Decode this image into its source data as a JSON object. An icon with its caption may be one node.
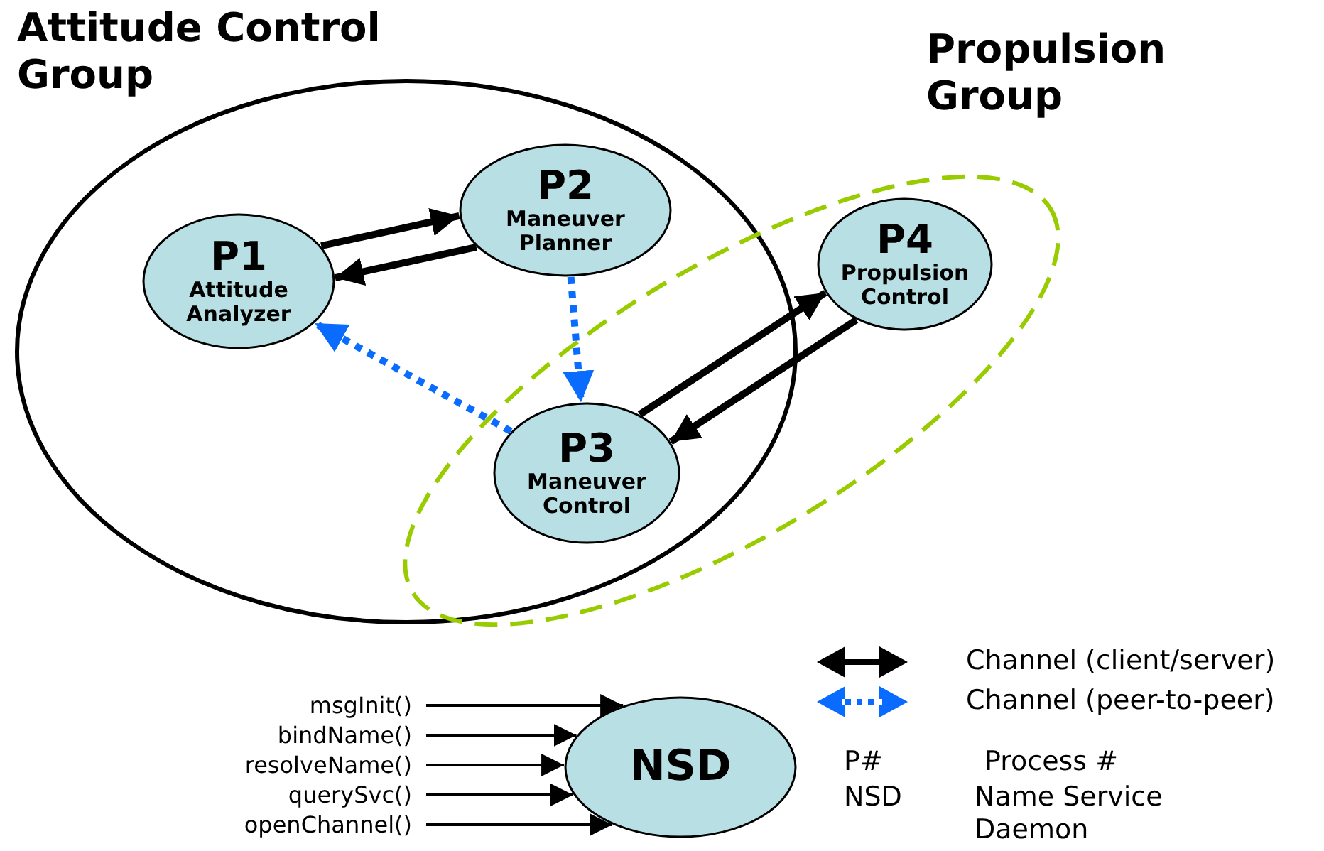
{
  "diagram": {
    "nodes": [
      {
        "text": [
          "Attitude Control Group"
        ]
      },
      {
        "text": [
          "Propulsion Group"
        ]
      },
      {
        "text": [
          "P1",
          "Attitude Analyzer"
        ],
        "in": 0
      },
      {
        "text": [
          "P2",
          "Maneuver Planner"
        ],
        "in": 0
      },
      {
        "text": [
          "P3",
          "Maneuver Control"
        ]
      },
      {
        "text": [
          "P4",
          "Propulsion Control"
        ],
        "in": 1
      },
      {
        "text": [
          "NSD"
        ]
      },
      {
        "text": [
          "msgInit()"
        ]
      },
      {
        "text": [
          "bindName()"
        ]
      },
      {
        "text": [
          "resolveName()"
        ]
      },
      {
        "text": [
          "querySvc()"
        ]
      },
      {
        "text": [
          "openChannel()"
        ]
      }
    ],
    "edges": [
      {
        "from": 2,
        "to": 3,
        "arrow": "to"
      },
      {
        "from": 3,
        "to": 2,
        "arrow": "to"
      },
      {
        "from": 3,
        "to": 4,
        "arrow": "to",
        "style": "dashed",
        "color": "#0a6cff"
      },
      {
        "from": 4,
        "to": 2,
        "arrow": "to",
        "style": "dashed",
        "color": "#0a6cff"
      },
      {
        "from": 4,
        "to": 5,
        "arrow": "to"
      },
      {
        "from": 5,
        "to": 4,
        "arrow": "to"
      },
      {
        "from": 7,
        "to": 6,
        "arrow": "to"
      },
      {
        "from": 8,
        "to": 6,
        "arrow": "to"
      },
      {
        "from": 9,
        "to": 6,
        "arrow": "to"
      },
      {
        "from": 10,
        "to": 6,
        "arrow": "to"
      },
      {
        "from": 11,
        "to": 6,
        "arrow": "to"
      }
    ],
    "labels": [
      "P#",
      "Process #",
      "NSD",
      "Name Service Daemon"
    ],
    "legend": [
      {
        "text": "Channel (client/server)"
      },
      {
        "text": "Channel (peer-to-peer)"
      }
    ]
  }
}
